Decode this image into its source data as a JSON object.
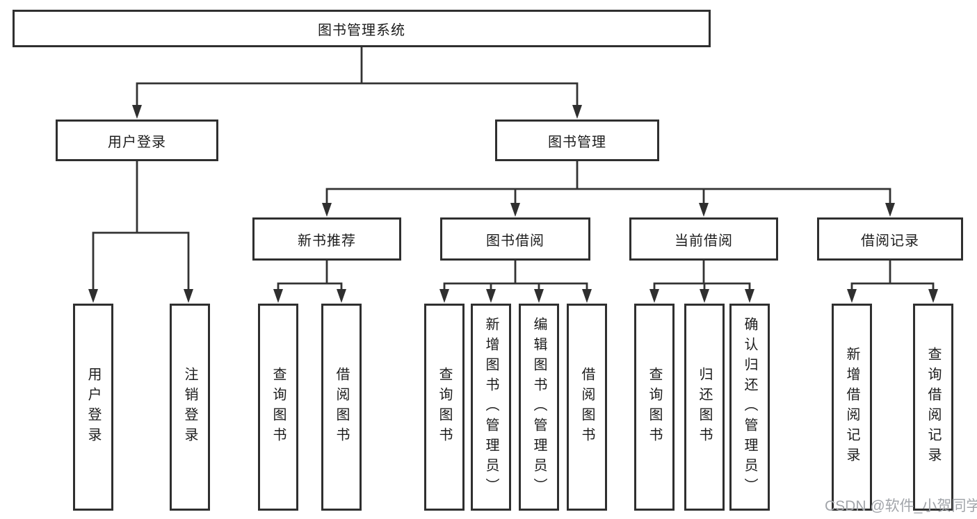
{
  "diagram": {
    "title": "图书管理系统",
    "level2": {
      "user_login": "用户登录",
      "book_mgmt": "图书管理"
    },
    "level3": {
      "new_book_rec": "新书推荐",
      "book_borrow": "图书借阅",
      "current_borrow": "当前借阅",
      "borrow_records": "借阅记录"
    },
    "leaves": {
      "user": [
        "用户登录",
        "注销登录"
      ],
      "recommend": [
        "查询图书",
        "借阅图书"
      ],
      "borrow": [
        "查询图书",
        "新增图书（管理员）",
        "编辑图书（管理员）",
        "借阅图书"
      ],
      "current": [
        "查询图书",
        "归还图书",
        "确认归还（管理员）"
      ],
      "records": [
        "新增借阅记录",
        "查询借阅记录"
      ]
    },
    "watermark": "CSDN @软件_小贺同学",
    "colors": {
      "line": "#333333",
      "box_border": "#2f2f2f",
      "text": "#1c1c1c",
      "watermark": "#a2a5aa",
      "background": "#ffffff"
    }
  }
}
